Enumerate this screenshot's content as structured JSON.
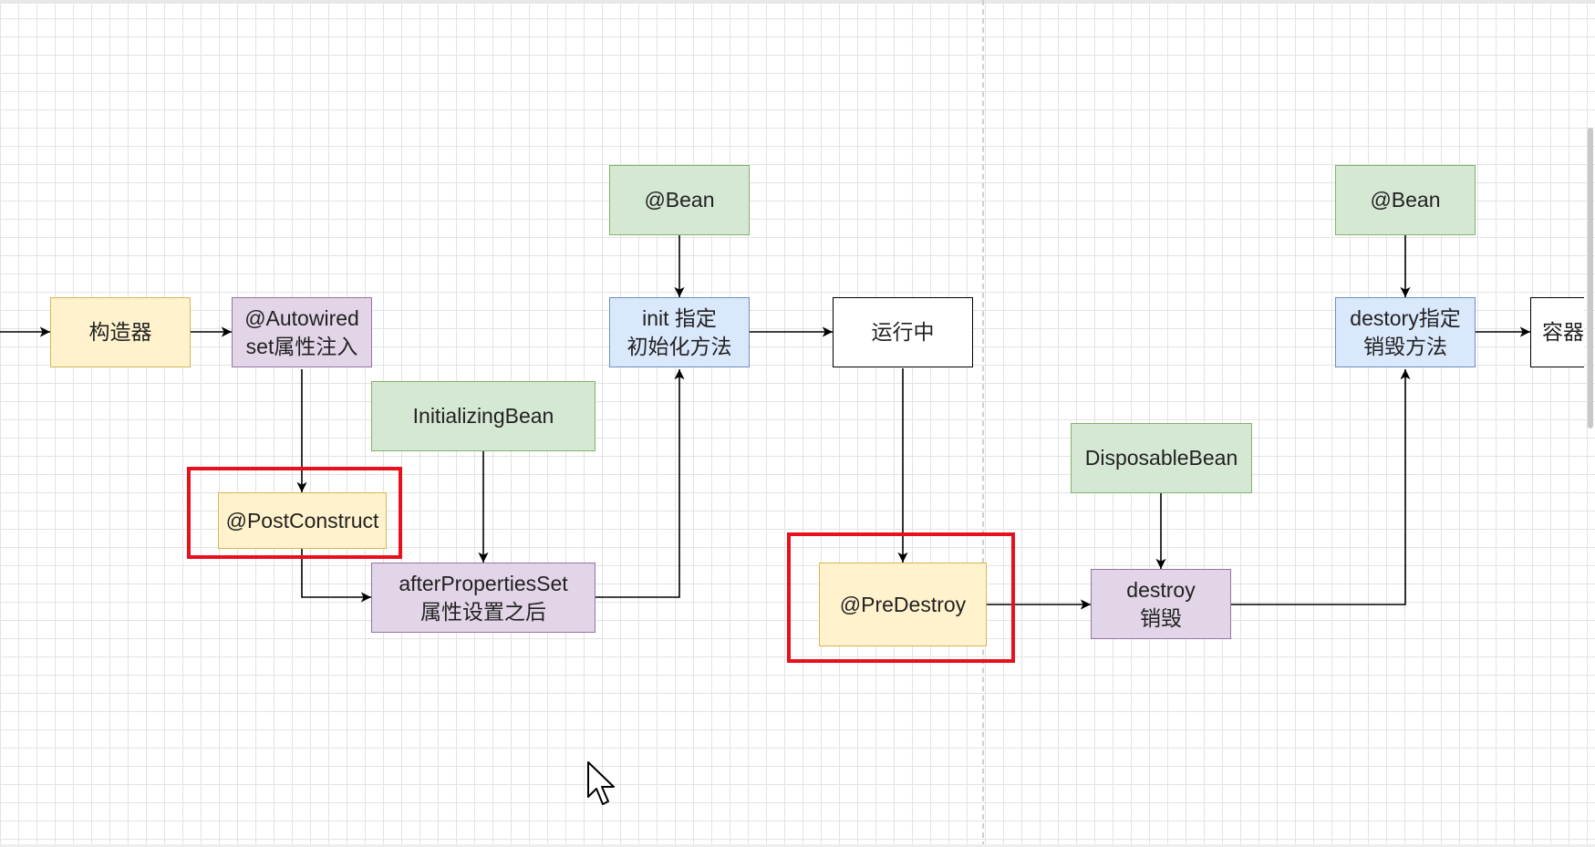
{
  "diagram": {
    "nodes": {
      "constructor": {
        "label": "构造器",
        "color": "#fff2cc"
      },
      "autowired": {
        "label": "@Autowired\nset属性注入",
        "color": "#e1d5e7"
      },
      "post_construct": {
        "label": "@PostConstruct",
        "color": "#fff2cc"
      },
      "initializing_bean": {
        "label": "InitializingBean",
        "color": "#d5e8d4"
      },
      "after_properties_set": {
        "label": "afterPropertiesSet\n属性设置之后",
        "color": "#e1d5e7"
      },
      "bean_init": {
        "label": "@Bean",
        "color": "#d5e8d4"
      },
      "init_method": {
        "label": "init 指定\n初始化方法",
        "color": "#dae8fc"
      },
      "running": {
        "label": "运行中",
        "color": "#ffffff"
      },
      "pre_destroy": {
        "label": "@PreDestroy",
        "color": "#fff2cc"
      },
      "disposable_bean": {
        "label": "DisposableBean",
        "color": "#d5e8d4"
      },
      "destroy": {
        "label": "destroy\n销毁",
        "color": "#e1d5e7"
      },
      "bean_destroy": {
        "label": "@Bean",
        "color": "#d5e8d4"
      },
      "destroy_method": {
        "label": "destory指定\n销毁方法",
        "color": "#dae8fc"
      },
      "container": {
        "label": "容器",
        "color": "#ffffff"
      }
    },
    "highlight_color": "#e8101a",
    "edges": [
      [
        "(left edge)",
        "constructor"
      ],
      [
        "constructor",
        "autowired"
      ],
      [
        "autowired",
        "post_construct"
      ],
      [
        "post_construct",
        "after_properties_set"
      ],
      [
        "initializing_bean",
        "after_properties_set"
      ],
      [
        "after_properties_set",
        "init_method"
      ],
      [
        "bean_init",
        "init_method"
      ],
      [
        "init_method",
        "running"
      ],
      [
        "running",
        "pre_destroy"
      ],
      [
        "pre_destroy",
        "destroy"
      ],
      [
        "disposable_bean",
        "destroy"
      ],
      [
        "destroy",
        "destroy_method"
      ],
      [
        "bean_destroy",
        "destroy_method"
      ],
      [
        "destroy_method",
        "container"
      ]
    ]
  }
}
